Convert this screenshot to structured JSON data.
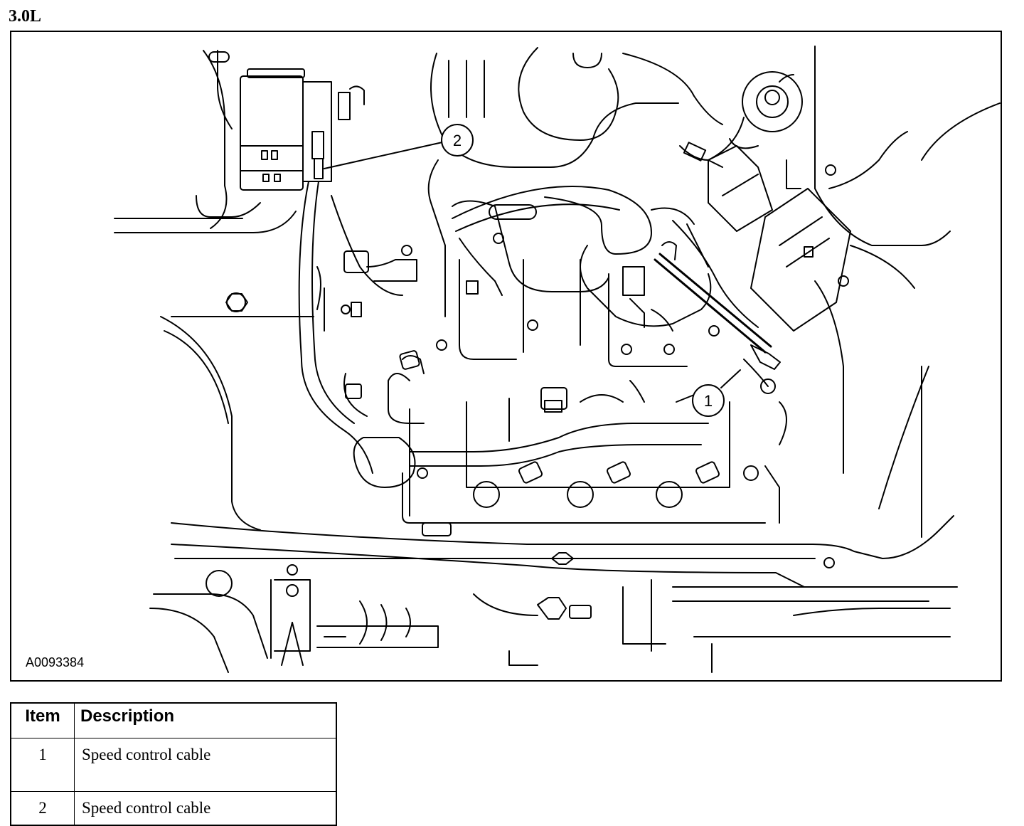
{
  "engine_label": "3.0L",
  "figure": {
    "id": "A0093384",
    "callouts": [
      {
        "number": "1"
      },
      {
        "number": "2"
      }
    ]
  },
  "legend": {
    "headers": {
      "item": "Item",
      "description": "Description"
    },
    "rows": [
      {
        "item": "1",
        "description": "Speed control cable"
      },
      {
        "item": "2",
        "description": "Speed control cable"
      }
    ]
  }
}
